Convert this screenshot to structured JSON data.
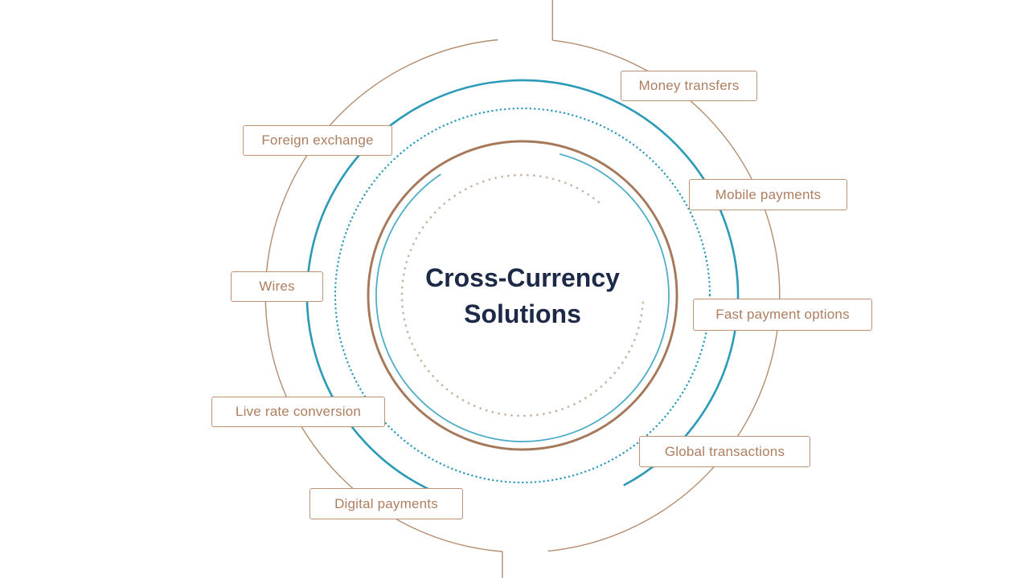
{
  "diagram": {
    "title": {
      "line1": "Cross-Currency",
      "line2": "Solutions"
    },
    "labels": [
      {
        "id": "money-transfers",
        "text": "Money transfers"
      },
      {
        "id": "foreign-exchange",
        "text": "Foreign exchange"
      },
      {
        "id": "mobile-payments",
        "text": "Mobile payments"
      },
      {
        "id": "wires",
        "text": "Wires"
      },
      {
        "id": "fast-payment-options",
        "text": "Fast payment options"
      },
      {
        "id": "live-rate-conversion",
        "text": "Live rate conversion"
      },
      {
        "id": "global-transactions",
        "text": "Global transactions"
      },
      {
        "id": "digital-payments",
        "text": "Digital payments"
      }
    ],
    "colors": {
      "navy": "#1c2947",
      "teal": "#2b9ab8",
      "teal_light": "#4fadc8",
      "brown": "#a5785a",
      "tan": "#b48d6e",
      "tan_light": "#ccb7a4",
      "label_text": "#ae7e60",
      "label_border": "#bd9175",
      "background": "#ffffff"
    }
  }
}
